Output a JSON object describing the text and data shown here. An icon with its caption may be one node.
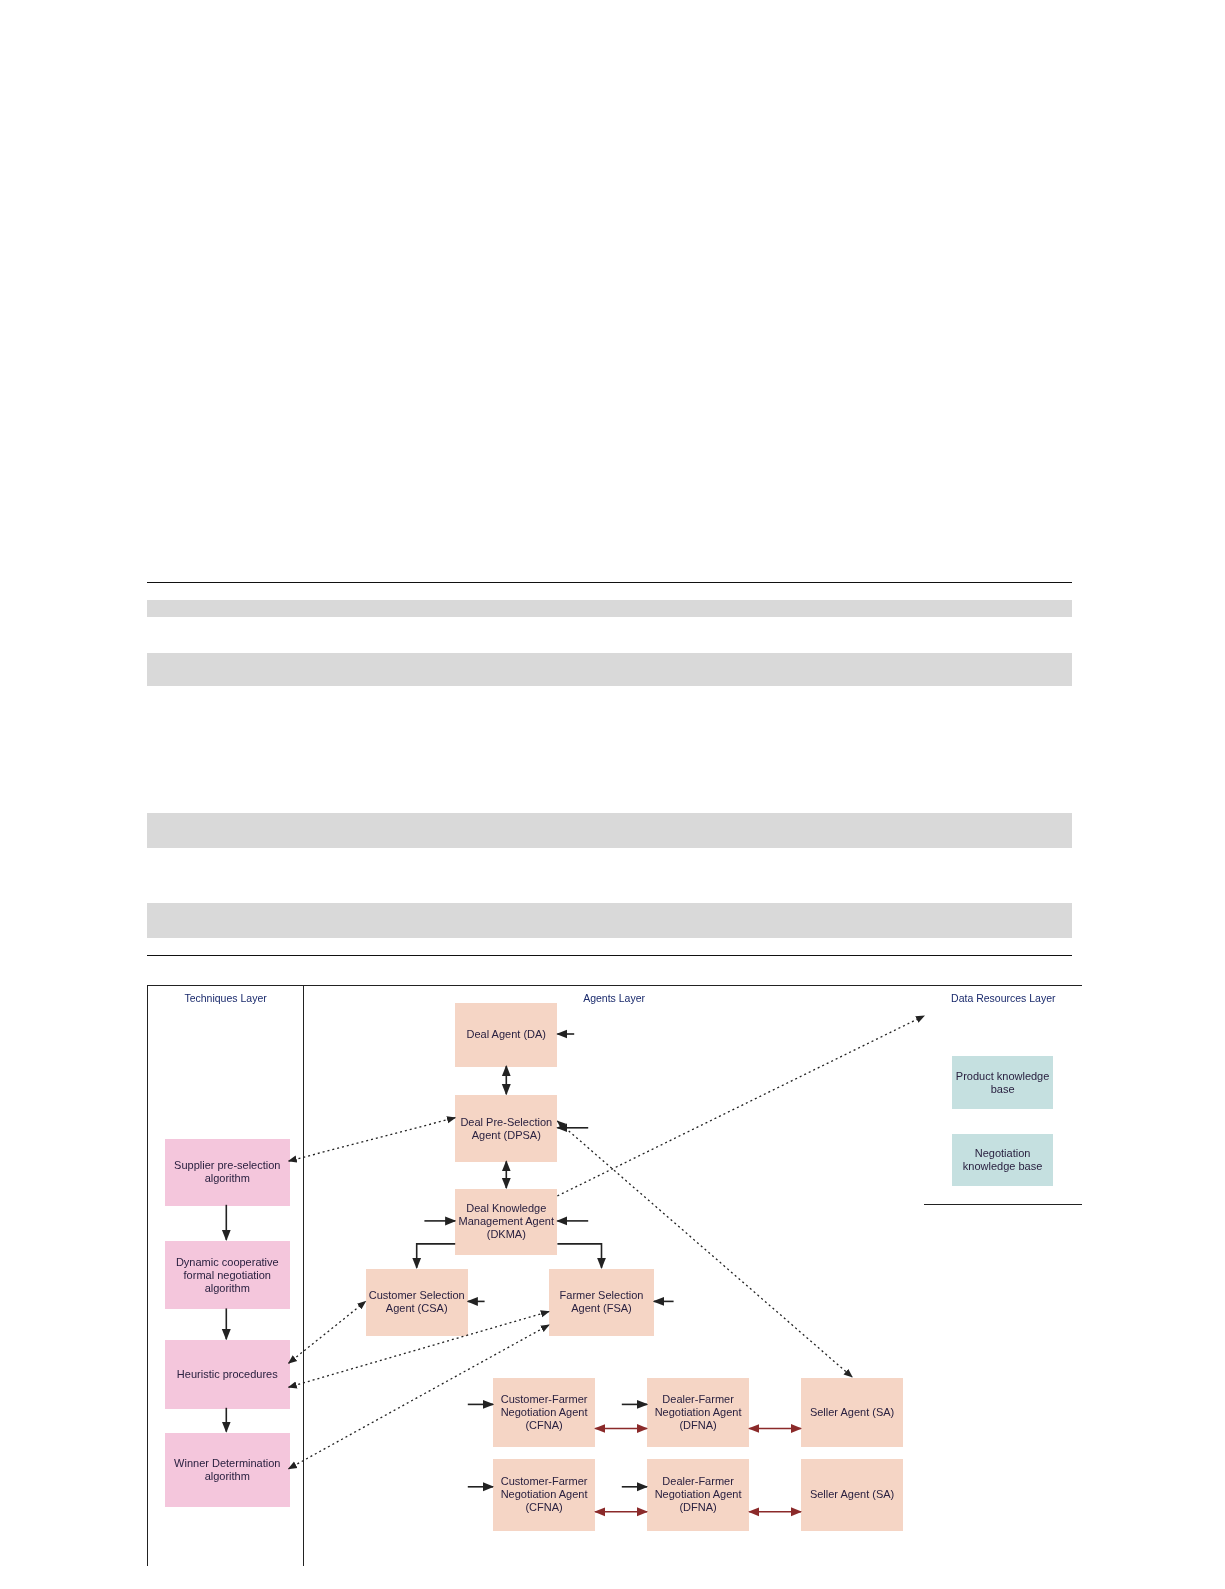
{
  "diagram": {
    "nodes": [
      {
        "text": [
          "Techniques Layer"
        ]
      },
      {
        "text": [
          "Supplier pre-selection algorithm"
        ],
        "in": 0
      },
      {
        "text": [
          "Dynamic cooperative formal negotiation algorithm"
        ],
        "in": 0
      },
      {
        "text": [
          "Heuristic procedures"
        ],
        "in": 0
      },
      {
        "text": [
          "Winner Determination algorithm"
        ],
        "in": 0
      },
      {
        "text": [
          "Agents Layer"
        ]
      },
      {
        "text": [
          "Deal Agent (DA)"
        ],
        "in": 5
      },
      {
        "text": [
          "Deal Pre-Selection Agent (DPSA)"
        ],
        "in": 5
      },
      {
        "text": [
          "Deal Knowledge Management Agent (DKMA)"
        ],
        "in": 5
      },
      {
        "text": [
          "Customer Selection Agent (CSA)"
        ],
        "in": 5
      },
      {
        "text": [
          "Farmer Selection Agent (FSA)"
        ],
        "in": 5
      },
      {
        "text": [
          "Customer-Farmer Negotiation Agent (CFNA)"
        ],
        "in": 5
      },
      {
        "text": [
          "Dealer-Farmer Negotiation Agent (DFNA)"
        ],
        "in": 5
      },
      {
        "text": [
          "Seller Agent (SA)"
        ],
        "in": 5
      },
      {
        "text": [
          "Customer-Farmer Negotiation Agent (CFNA)"
        ],
        "in": 5
      },
      {
        "text": [
          "Dealer-Farmer Negotiation Agent (DFNA)"
        ],
        "in": 5
      },
      {
        "text": [
          "Seller Agent (SA)"
        ],
        "in": 5
      },
      {
        "text": [
          "Data Resources Layer"
        ]
      },
      {
        "text": [
          "Product knowledge base"
        ],
        "in": 17
      },
      {
        "text": [
          "Negotiation knowledge base"
        ],
        "in": 17
      }
    ],
    "edges": [
      {
        "from": 1,
        "to": 2,
        "arrow": "to"
      },
      {
        "from": 2,
        "to": 3,
        "arrow": "to"
      },
      {
        "from": 3,
        "to": 4,
        "arrow": "to"
      },
      {
        "from": 6,
        "to": 7,
        "arrow": "both"
      },
      {
        "from": 7,
        "to": 8,
        "arrow": "both"
      },
      {
        "from": null,
        "to": 6,
        "arrow": "to"
      },
      {
        "from": null,
        "to": 7,
        "arrow": "to"
      },
      {
        "from": null,
        "to": 8,
        "arrow": "to"
      },
      {
        "from": null,
        "to": 8,
        "arrow": "to"
      },
      {
        "from": 7,
        "to": 1,
        "arrow": "both",
        "style": "dashed"
      },
      {
        "from": 8,
        "to": 17,
        "arrow": "to",
        "style": "dashed"
      },
      {
        "from": 7,
        "to": 13,
        "arrow": "both",
        "style": "dashed"
      },
      {
        "from": 8,
        "to": 9,
        "arrow": "to"
      },
      {
        "from": 8,
        "to": 10,
        "arrow": "to"
      },
      {
        "from": null,
        "to": 9,
        "arrow": "to"
      },
      {
        "from": null,
        "to": 10,
        "arrow": "to"
      },
      {
        "from": 3,
        "to": 9,
        "arrow": "both",
        "style": "dashed"
      },
      {
        "from": 3,
        "to": 10,
        "arrow": "both",
        "style": "dashed"
      },
      {
        "from": 4,
        "to": 10,
        "arrow": "both",
        "style": "dashed"
      },
      {
        "from": null,
        "to": 11,
        "arrow": "to"
      },
      {
        "from": null,
        "to": 12,
        "arrow": "to"
      },
      {
        "from": null,
        "to": 14,
        "arrow": "to"
      },
      {
        "from": null,
        "to": 15,
        "arrow": "to"
      },
      {
        "from": 11,
        "to": 12,
        "arrow": "both",
        "color": "#8b2a2a"
      },
      {
        "from": 12,
        "to": 13,
        "arrow": "both",
        "color": "#8b2a2a"
      },
      {
        "from": 14,
        "to": 15,
        "arrow": "both",
        "color": "#8b2a2a"
      },
      {
        "from": 15,
        "to": 16,
        "arrow": "both",
        "color": "#8b2a2a"
      }
    ]
  }
}
